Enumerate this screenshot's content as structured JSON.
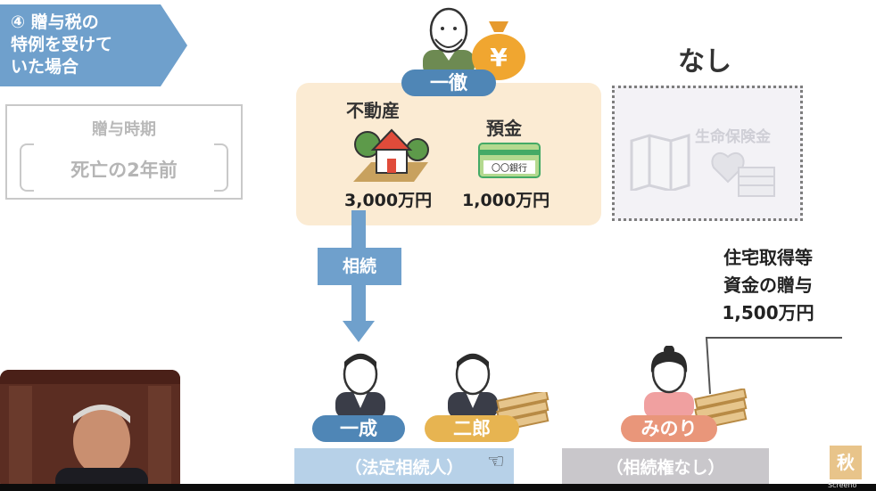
{
  "section_tag": {
    "line1": "④ 贈与税の",
    "line2": "特例を受けて",
    "line3": "いた場合"
  },
  "timing": {
    "title": "贈与時期",
    "value": "死亡の2年前"
  },
  "parent": {
    "name": "一徹",
    "money_bag_symbol": "¥"
  },
  "assets": {
    "real_estate_label": "不動産",
    "real_estate_value": "3,000万円",
    "deposit_label": "預金",
    "deposit_value": "1,000万円",
    "bankbook_text": "〇〇銀行"
  },
  "none": {
    "label": "なし",
    "insurance_label": "生命保険金"
  },
  "inherit_arrow_label": "相続",
  "gift_note": {
    "line1": "住宅取得等",
    "line2": "資金の贈与",
    "line3": "1,500万円"
  },
  "children": [
    {
      "name": "一成",
      "color": "#4f86b6"
    },
    {
      "name": "二郎",
      "color": "#e7b451"
    },
    {
      "name": "みのり",
      "color": "#e9967a"
    }
  ],
  "heir_label": "（法定相続人）",
  "non_heir_label": "（相続権なし）",
  "logo_char": "秋",
  "screen_tag": "Screeno",
  "colors": {
    "tag_blue": "#6fa0cc",
    "asset_bg": "#fbebd3",
    "heir_bar": "#b7d1e8",
    "non_heir_bar": "#c9c7cb"
  }
}
